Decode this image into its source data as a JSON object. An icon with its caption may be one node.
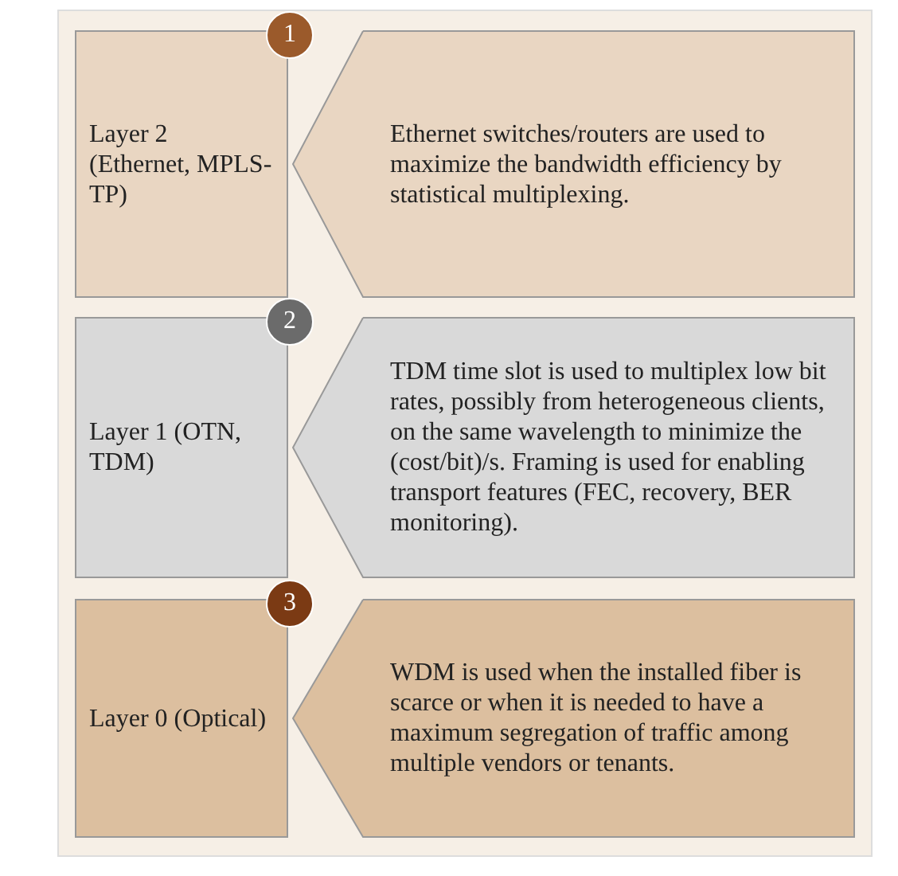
{
  "diagram": {
    "nodes": [
      {
        "text": [
          "Layer 2 (Ethernet, MPLS-TP)"
        ]
      },
      {
        "text": [
          "1"
        ]
      },
      {
        "text": [
          "Ethernet switches/routers are used to maximize the bandwidth efficiency by statistical multiplexing."
        ]
      },
      {
        "text": [
          "Layer 1 (OTN, TDM)"
        ]
      },
      {
        "text": [
          "2"
        ]
      },
      {
        "text": [
          "TDM time slot is used to multiplex low bit rates, possibly from heterogeneous clients, on the same wavelength to minimize the (cost/bit)/s. Framing is used for enabling transport features (FEC, recovery, BER monitoring)."
        ]
      },
      {
        "text": [
          "Layer 0 (Optical)"
        ]
      },
      {
        "text": [
          "3"
        ]
      },
      {
        "text": [
          "WDM is used when the installed fiber is scarce or when it is needed to have a maximum segregation of traffic among multiple vendors or tenants."
        ]
      }
    ]
  }
}
